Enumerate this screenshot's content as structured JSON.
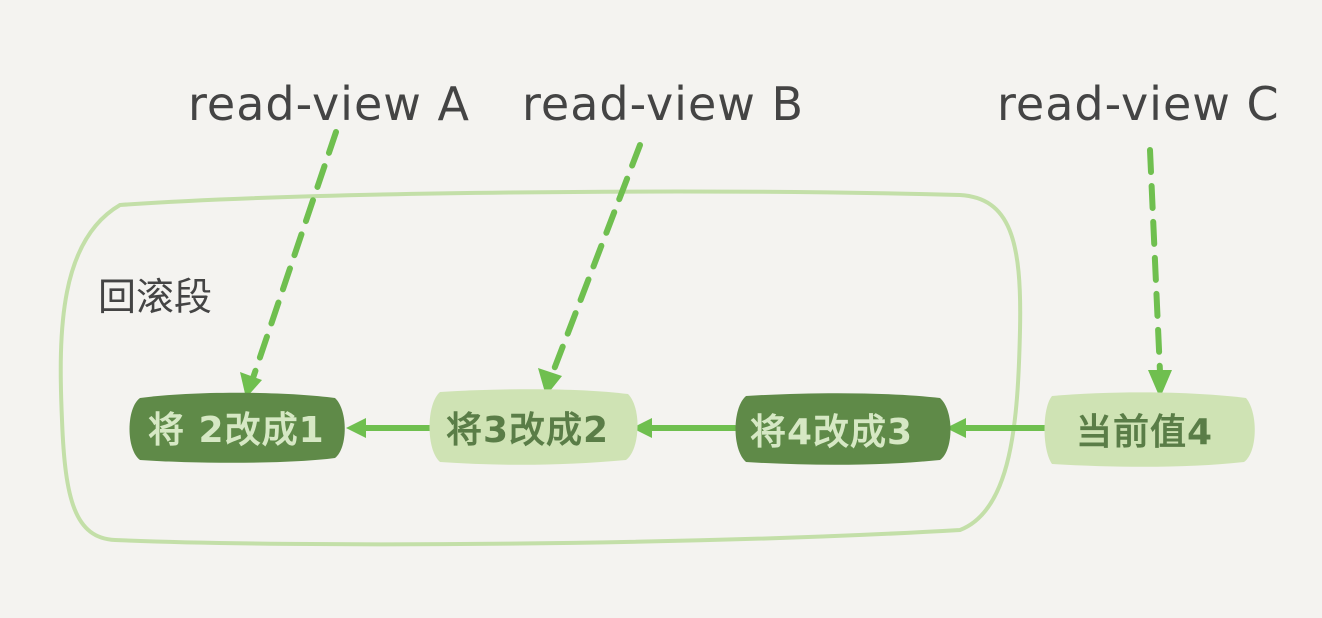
{
  "views": [
    {
      "id": "a",
      "label": "read-view A"
    },
    {
      "id": "b",
      "label": "read-view B"
    },
    {
      "id": "c",
      "label": "read-view C"
    }
  ],
  "rollback_segment": {
    "label": "回滚段"
  },
  "nodes": [
    {
      "id": "v1",
      "text": "将 2改成1",
      "style": "dark"
    },
    {
      "id": "v2",
      "text": "将3改成2",
      "style": "light"
    },
    {
      "id": "v3",
      "text": "将4改成3",
      "style": "dark"
    },
    {
      "id": "v4",
      "text": "当前值4",
      "style": "light"
    }
  ],
  "colors": {
    "background": "#f4f3f0",
    "dark_node": "#5f8a48",
    "light_node": "#cfe3b4",
    "arrow": "#6fbf4f",
    "segment_outline": "#c3dfa8",
    "text": "#444444"
  }
}
